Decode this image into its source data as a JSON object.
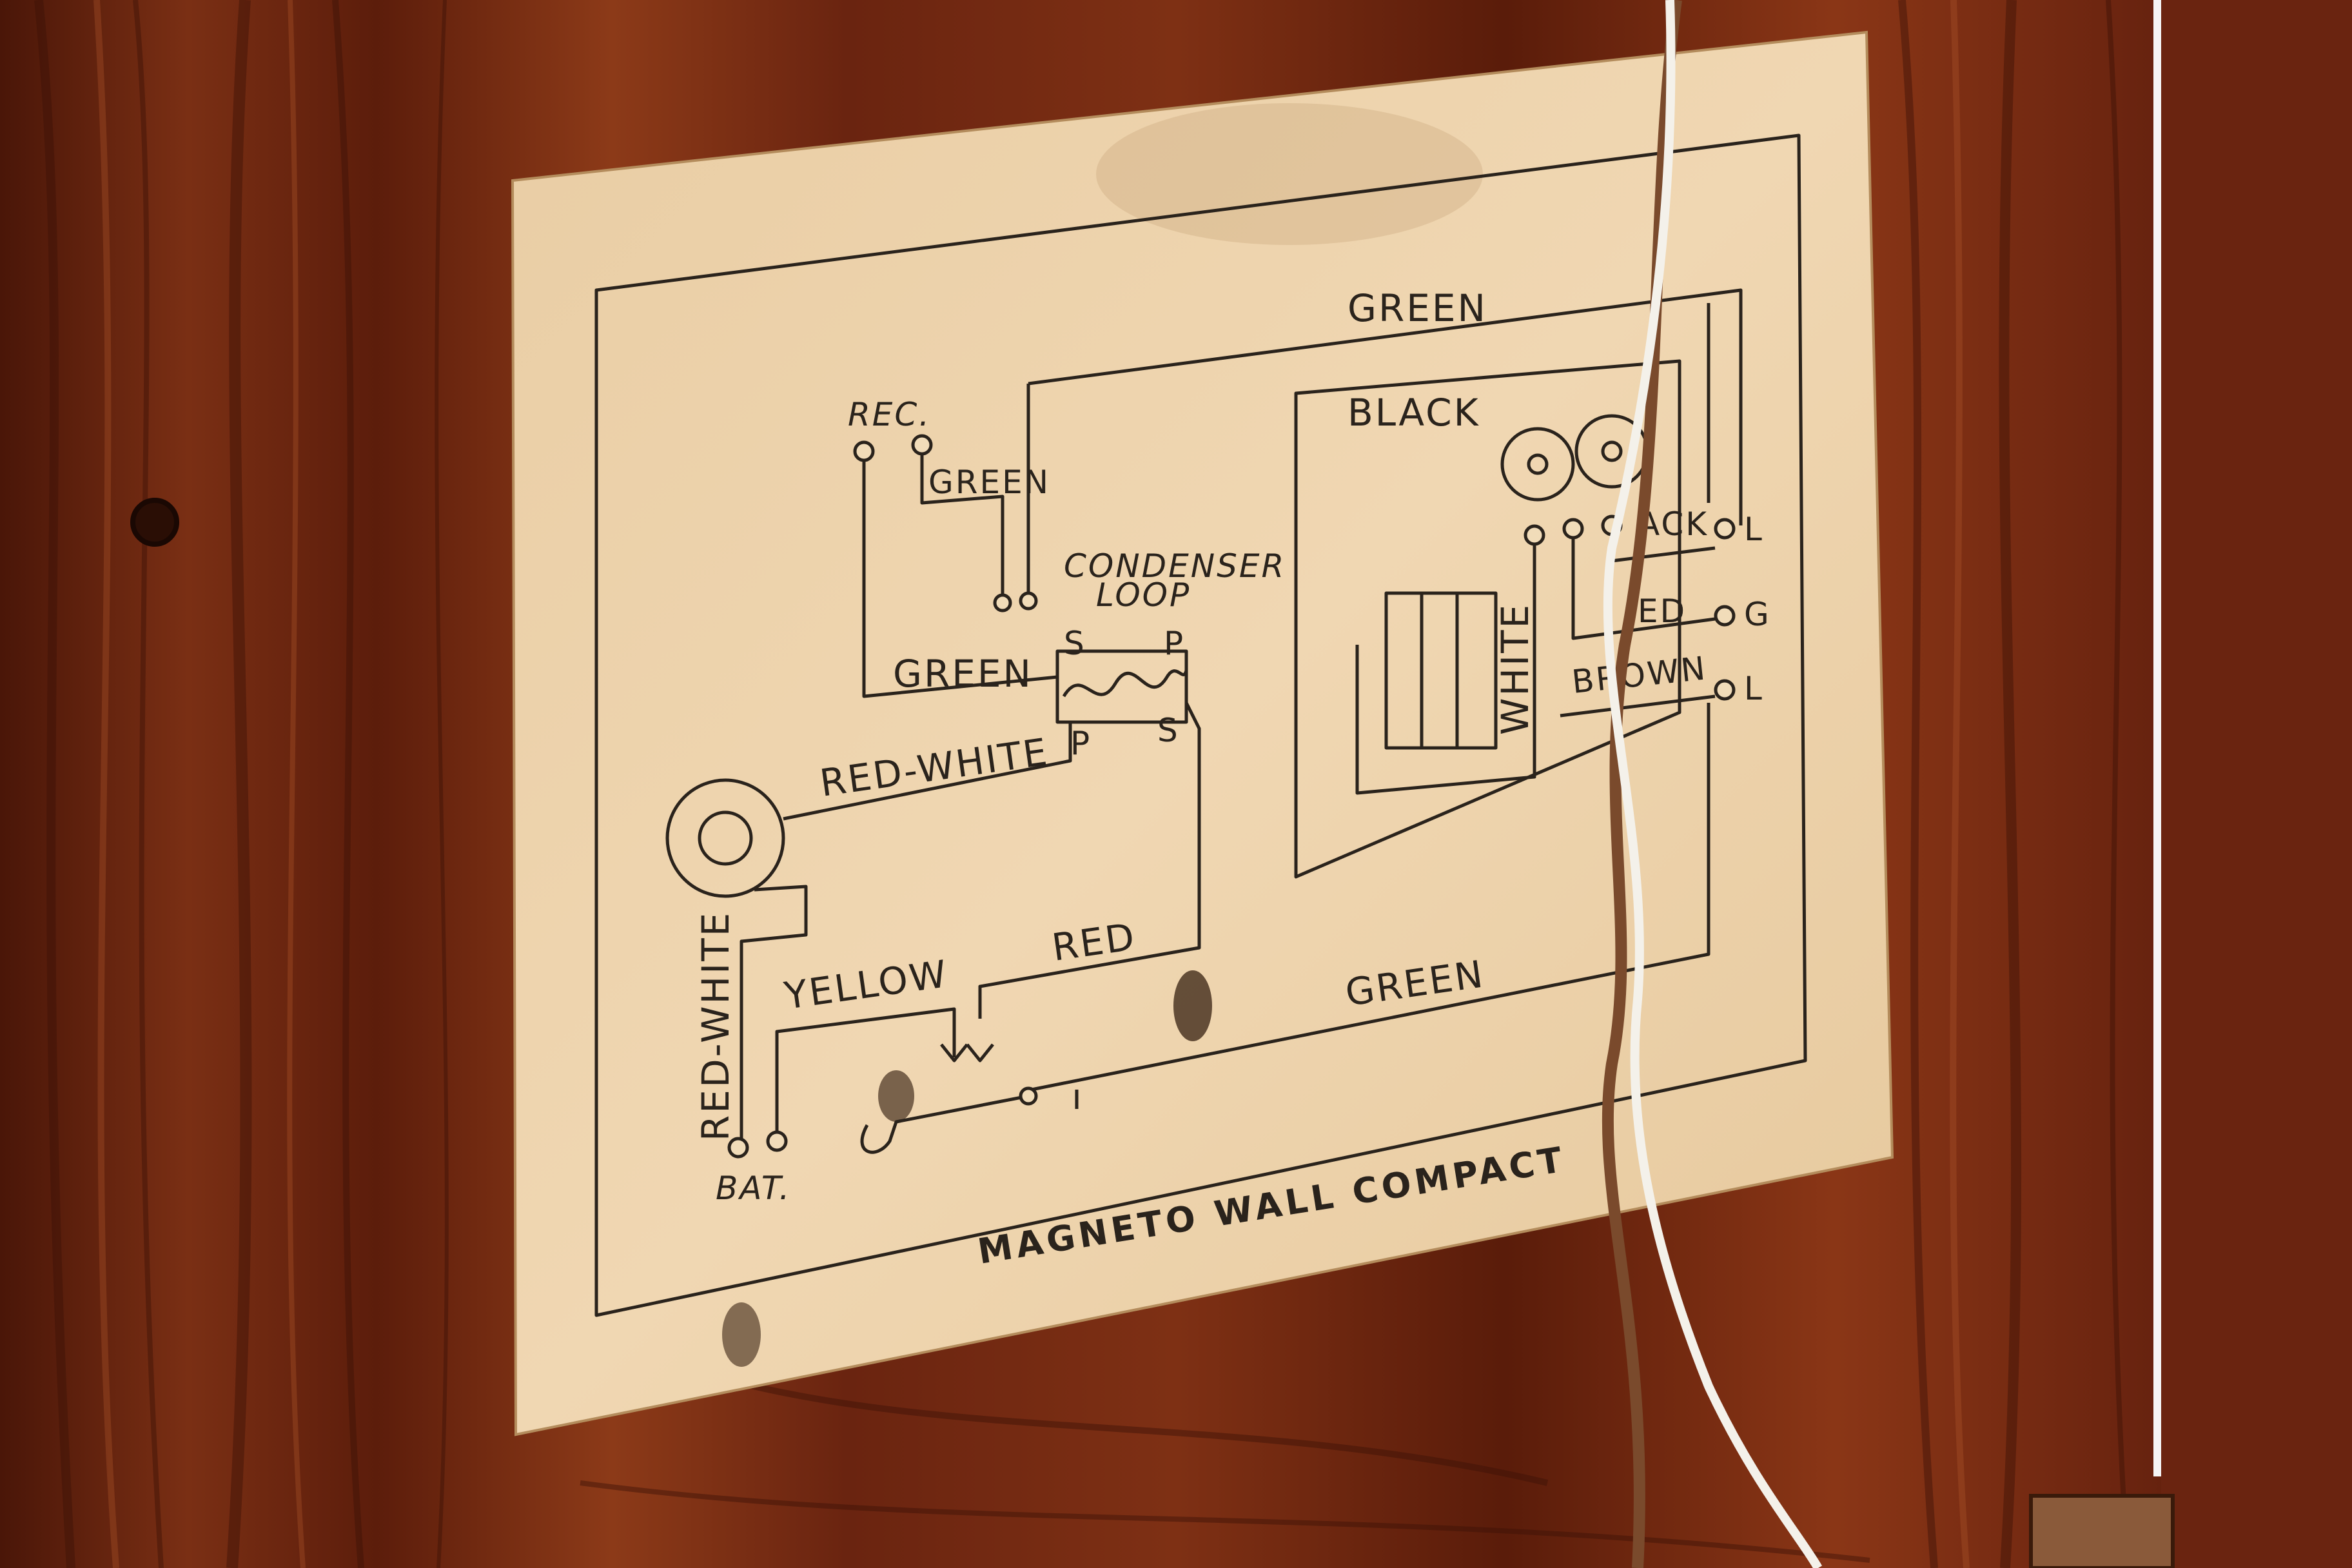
{
  "colors": {
    "wood_base": "#5a1e0c",
    "wood_mid": "#7a2f14",
    "wood_light": "#a24a22",
    "wood_dark": "#3c1207",
    "paper": "#ecd2ac",
    "paper_stain": "#c9a57a",
    "ink": "#2a231c",
    "wire_brown": "#7a4a2c",
    "wire_white": "#f4f1ea",
    "gap_light": "#f5f5f5"
  },
  "diagram": {
    "labels": {
      "green_top": "GREEN",
      "black_top": "BLACK",
      "rec": "REC.",
      "green_rec": "GREEN",
      "condenser": "CONDENSER",
      "loop": "LOOP",
      "green_coil": "GREEN",
      "s_top": "S",
      "p_top": "P",
      "p_bottom": "P",
      "s_bottom": "S",
      "red_white_h": "RED-WHITE",
      "red_white_v": "RED-WHITE",
      "yellow": "YELLOW",
      "red_bottom": "RED",
      "green_bottom": "GREEN",
      "bat": "BAT.",
      "white_v": "WHITE",
      "black_right": "ACK",
      "red_right": "ED",
      "brown_right": "BROWN",
      "term_l1": "L",
      "term_g": "G",
      "term_l2": "L",
      "title": "MAGNETO WALL COMPACT"
    }
  }
}
